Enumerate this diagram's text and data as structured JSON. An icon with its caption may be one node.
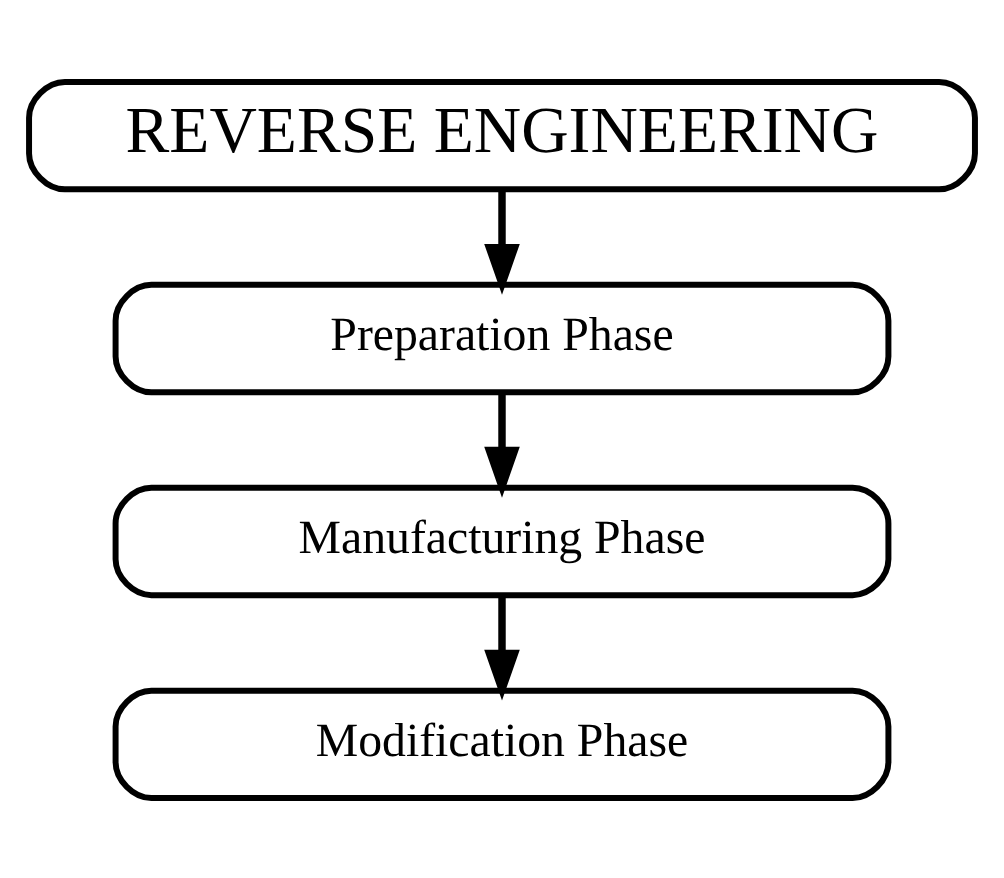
{
  "diagram": {
    "nodes": [
      {
        "text": [
          "REVERSE ENGINEERING"
        ]
      },
      {
        "text": [
          "Preparation Phase"
        ]
      },
      {
        "text": [
          "Manufacturing Phase"
        ]
      },
      {
        "text": [
          "Modification Phase"
        ]
      }
    ],
    "edges": [
      {
        "from": 0,
        "to": 1,
        "arrow": "to"
      },
      {
        "from": 1,
        "to": 2,
        "arrow": "to"
      },
      {
        "from": 2,
        "to": 3,
        "arrow": "to"
      }
    ]
  }
}
